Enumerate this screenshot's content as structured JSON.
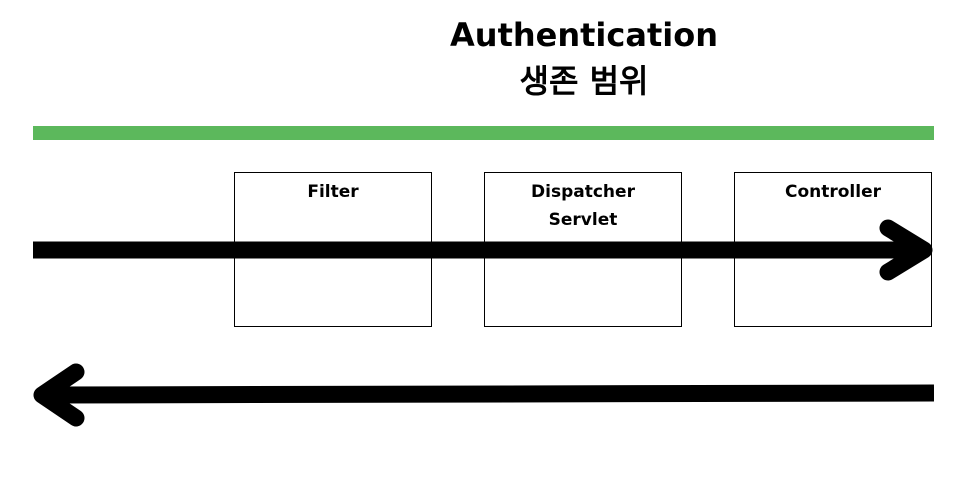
{
  "title": {
    "line1": "Authentication",
    "line2": "생존 범위"
  },
  "scope_bar": {
    "color": "#5cb85c"
  },
  "components": [
    {
      "label": "Filter"
    },
    {
      "label": "Dispatcher\nServlet"
    },
    {
      "label": "Controller"
    }
  ],
  "arrows": {
    "color": "#000000",
    "request_direction": "left-to-right",
    "response_direction": "right-to-left"
  }
}
